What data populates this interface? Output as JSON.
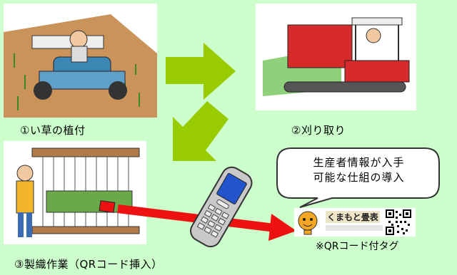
{
  "steps": [
    {
      "label": "①い草の植付",
      "image": "rush-planting-machine"
    },
    {
      "label": "②刈り取り",
      "image": "rush-harvesting-machine"
    },
    {
      "label": "③製織作業（QRコード挿入）",
      "image": "loom-weaving-with-qr-insertion"
    }
  ],
  "callout": {
    "line1": "生産者情報が入手",
    "line2": "可能な仕組の導入"
  },
  "tag": {
    "brand": "くまもと畳表",
    "caption": "※QRコード付タグ"
  },
  "colors": {
    "background": "#ccffcc",
    "flow_arrow": "#99cc00",
    "scan_arrow": "#ee1111"
  },
  "icons": [
    "flow-arrow-right",
    "flow-arrow-down-left",
    "mobile-phone-icon",
    "qr-code-icon",
    "mascot-icon"
  ]
}
